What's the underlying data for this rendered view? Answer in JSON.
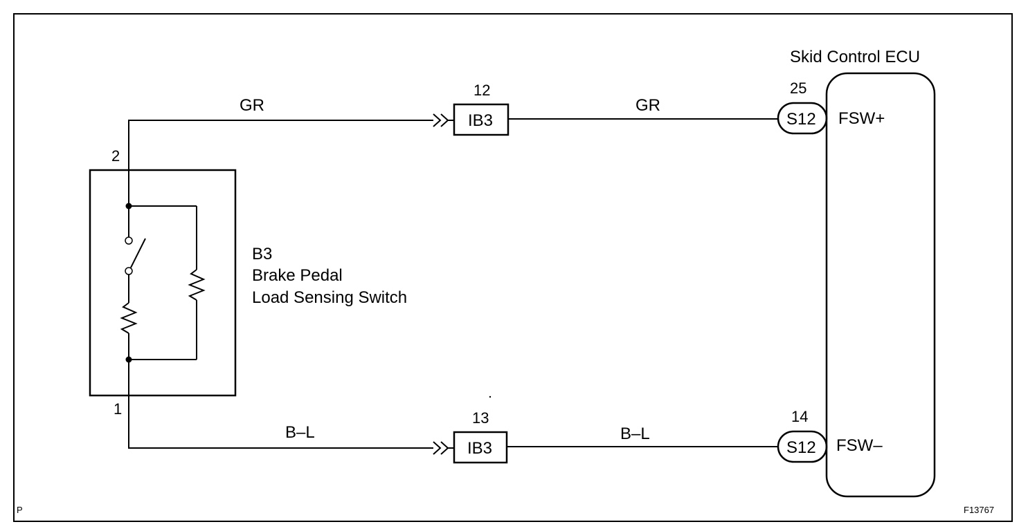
{
  "component": {
    "code": "B3",
    "name_line1": "Brake Pedal",
    "name_line2": "Load Sensing Switch",
    "pin_top": "2",
    "pin_bottom": "1"
  },
  "ecu": {
    "title": "Skid Control ECU",
    "terminal_top": "FSW+",
    "terminal_bottom": "FSW–"
  },
  "wires": {
    "top": {
      "color_left": "GR",
      "color_right": "GR",
      "junction_connector": "IB3",
      "junction_pin": "12",
      "ecu_connector": "S12",
      "ecu_pin": "25"
    },
    "bottom": {
      "color_left": "B–L",
      "color_right": "B–L",
      "junction_connector": "IB3",
      "junction_pin": "13",
      "ecu_connector": "S12",
      "ecu_pin": "14"
    }
  },
  "footer": {
    "left_mark": "P",
    "figure_id": "F13767"
  }
}
